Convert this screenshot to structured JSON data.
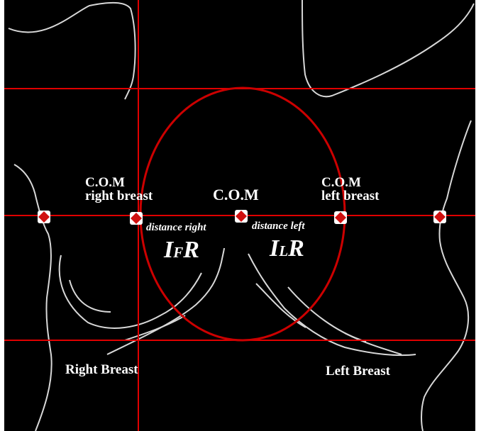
{
  "colors": {
    "background": "#000000",
    "contour": "#d8d8d8",
    "guide_line": "#e00000",
    "ellipse": "#cc0000",
    "marker": "#d01010",
    "label": "#ffffff"
  },
  "labels": {
    "com_right_line1": "C.O.M",
    "com_right_line2": "right breast",
    "com_center": "C.O.M",
    "com_left_line1": "C.O.M",
    "com_left_line2": "left breast",
    "distance_right": "distance right",
    "distance_left": "distance left",
    "i_fr_main": "I",
    "i_fr_sub": "F",
    "i_fr_tail": "R",
    "i_lr_main": "I",
    "i_lr_sub": "L",
    "i_lr_tail": "R",
    "right_breast": "Right Breast",
    "left_breast": "Left Breast"
  },
  "icons": {
    "marker": "diamond-marker-icon"
  }
}
